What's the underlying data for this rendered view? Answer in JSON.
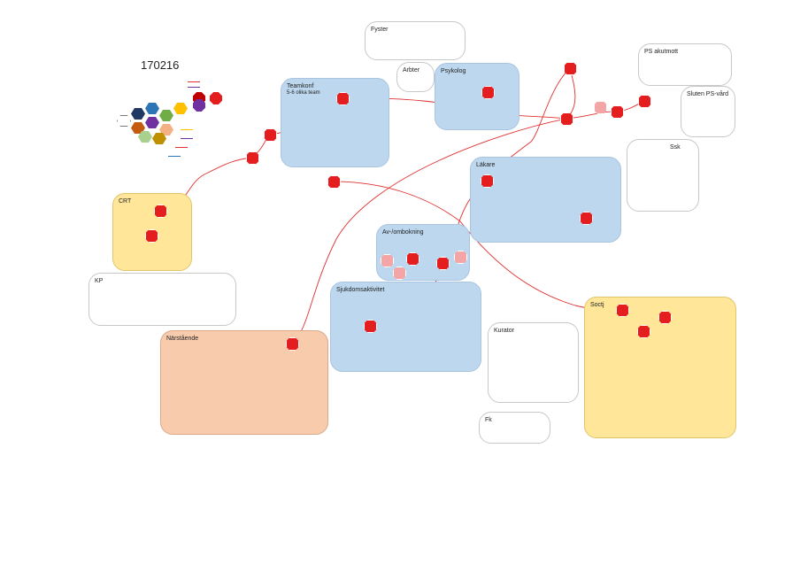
{
  "date_label": "170216",
  "colors": {
    "blue": "#bdd7ee",
    "yellow": "#ffe699",
    "peach": "#f8cbad",
    "node_red": "#e41e1e",
    "node_pink": "#f4a6a6",
    "path_line": "#e03030"
  },
  "boxes": [
    {
      "id": "fyster",
      "label": "Fyster",
      "color": "white"
    },
    {
      "id": "arbter",
      "label": "Arbter",
      "color": "white"
    },
    {
      "id": "psykolog",
      "label": "Psykolog",
      "color": "blue"
    },
    {
      "id": "ps-akutmott",
      "label": "PS akutmott",
      "color": "white"
    },
    {
      "id": "sluten-ps-vard",
      "label": "Sluten PS-vård",
      "color": "white"
    },
    {
      "id": "ssk",
      "label": "Ssk",
      "color": "white"
    },
    {
      "id": "teamkonf",
      "label": "Teamkonf",
      "sublabel": "5-6 olika team",
      "color": "blue"
    },
    {
      "id": "lakare",
      "label": "Läkare",
      "color": "blue"
    },
    {
      "id": "crt",
      "label": "CRT",
      "color": "yellow"
    },
    {
      "id": "kp",
      "label": "KP",
      "color": "white"
    },
    {
      "id": "av-ombokning",
      "label": "Av-/ombokning",
      "color": "blue"
    },
    {
      "id": "sjukdomsaktivitet",
      "label": "Sjukdomsaktivitet",
      "color": "blue"
    },
    {
      "id": "soctj",
      "label": "Soctj",
      "color": "yellow"
    },
    {
      "id": "kurator",
      "label": "Kurator",
      "color": "white"
    },
    {
      "id": "fk",
      "label": "Fk",
      "color": "white"
    },
    {
      "id": "narstaende",
      "label": "Närstående",
      "color": "peach"
    }
  ],
  "legend_hexagons": [
    {
      "color": "#ffffff"
    },
    {
      "color": "#1f3864"
    },
    {
      "color": "#2e75b6"
    },
    {
      "color": "#70ad47"
    },
    {
      "color": "#ffc000"
    },
    {
      "color": "#c55a11"
    },
    {
      "color": "#7030a0"
    },
    {
      "color": "#f4b183"
    },
    {
      "color": "#a9d18e"
    },
    {
      "color": "#bf9000"
    }
  ]
}
